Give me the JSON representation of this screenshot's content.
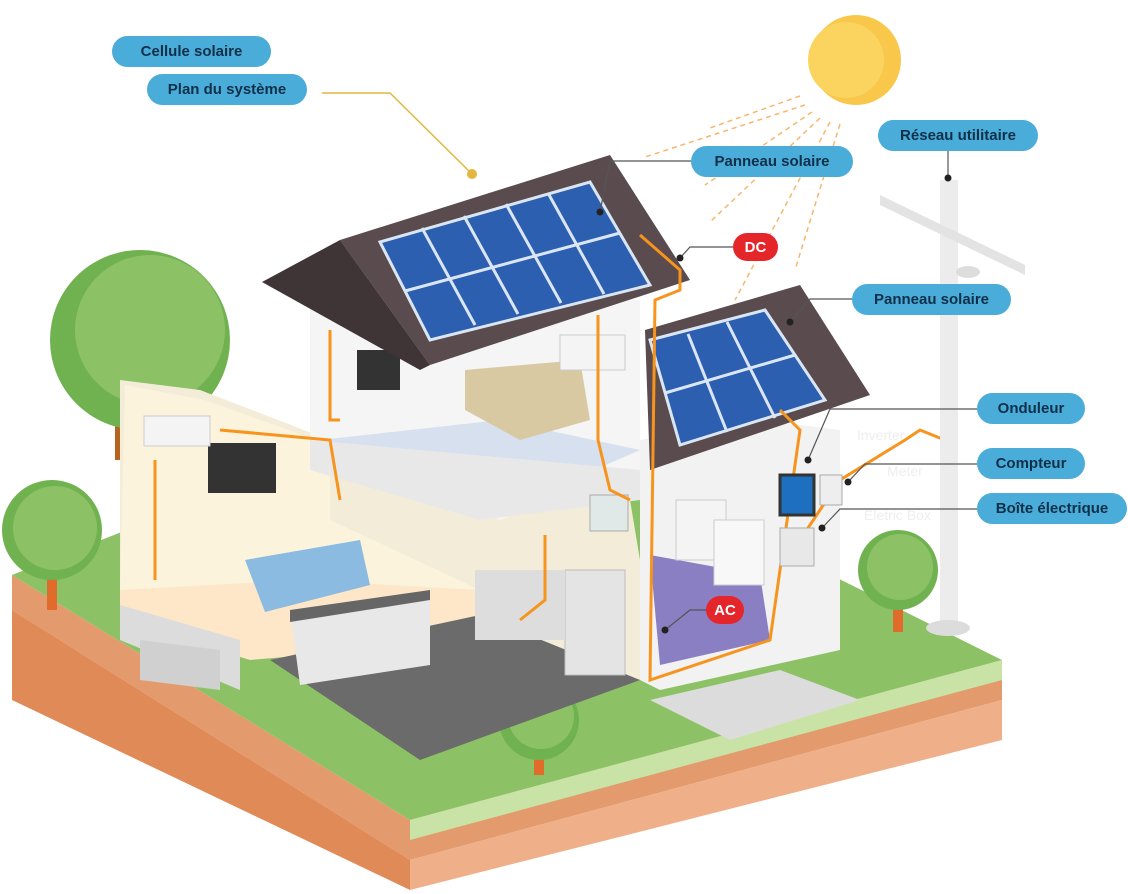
{
  "labels": {
    "solar_cell": "Cellule solaire",
    "system_plan": "Plan du système",
    "solar_panel_top": "Panneau solaire",
    "dc": "DC",
    "utility_grid": "Réseau utilitaire",
    "solar_panel_right": "Panneau solaire",
    "inverter": "Onduleur",
    "meter": "Compteur",
    "electric_box": "Boîte électrique",
    "ac": "AC"
  },
  "ghost_labels": {
    "inverter": "Inverter",
    "meter": "Meter",
    "electric_box": "Eletric Box"
  },
  "colors": {
    "label_bg": "#4aacd8",
    "label_text": "#10304a",
    "badge_red": "#e4262b",
    "wire": "#f7941d",
    "sun": "#f9c84a",
    "panel": "#2d5fb0",
    "roof": "#5a4b4e",
    "grass": "#8cc265",
    "soil": "#eaa274"
  }
}
